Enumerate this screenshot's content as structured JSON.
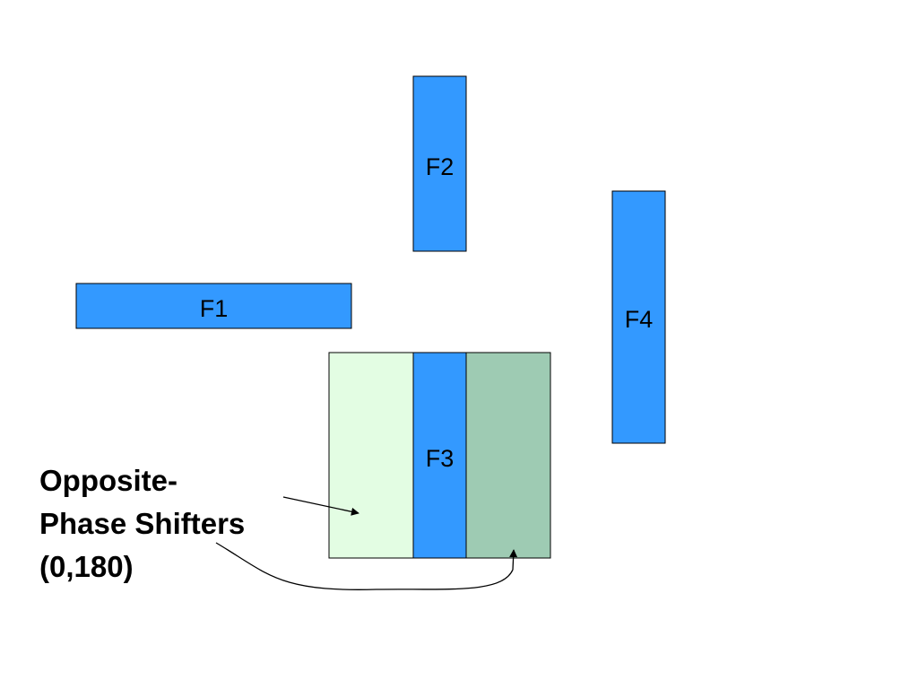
{
  "colors": {
    "feature_fill": "#3399ff",
    "shifter_zero_fill": "#e3fde3",
    "shifter_180_fill": "#9ecbb3",
    "outline": "#000000",
    "background": "#ffffff"
  },
  "features": {
    "f1": {
      "label": "F1"
    },
    "f2": {
      "label": "F2"
    },
    "f3": {
      "label": "F3"
    },
    "f4": {
      "label": "F4"
    }
  },
  "caption": {
    "line1": "Opposite-",
    "line2": "Phase Shifters",
    "line3": "(0,180)"
  }
}
